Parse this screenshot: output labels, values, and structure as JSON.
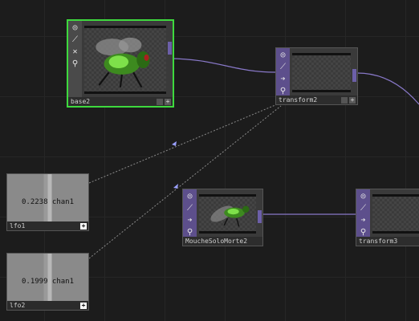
{
  "nodes": {
    "base2": {
      "label": "base2"
    },
    "transform2": {
      "label": "transform2"
    },
    "mouche": {
      "label": "MoucheSoloMorte2"
    },
    "transform3": {
      "label": "transform3"
    }
  },
  "chops": {
    "lfo1": {
      "label": "lfo1",
      "value": "0.2238 chan1"
    },
    "lfo2": {
      "label": "lfo2",
      "value": "0.1999 chan1"
    }
  },
  "icons": {
    "viewer": "◎",
    "bypass": "⟋",
    "close": "✕",
    "lock": "⚲",
    "arrow": "➔",
    "plus": "+"
  },
  "colors": {
    "selected": "#3ed93e",
    "side": "#5d4f8c",
    "wire": "#8878c8",
    "export": "#8a8a8a"
  }
}
